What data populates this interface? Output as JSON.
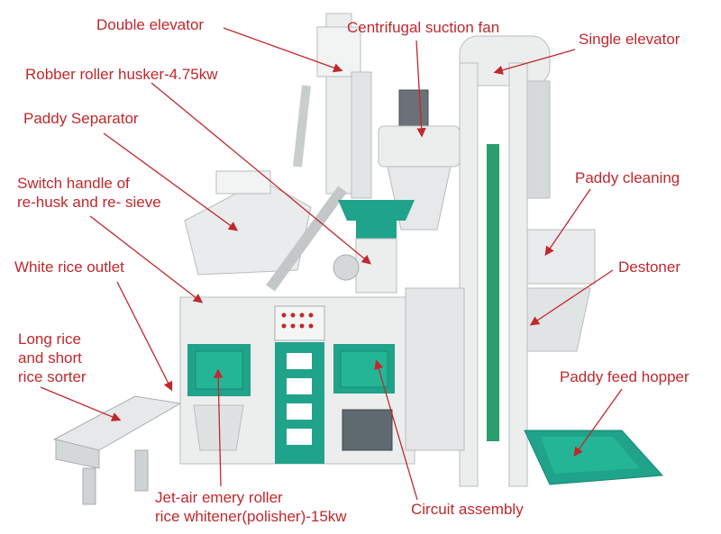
{
  "labels": {
    "double_elevator": "Double elevator",
    "centrifugal_fan": "Centrifugal suction fan",
    "single_elevator": "Single elevator",
    "husker": "Robber roller husker-4.75kw",
    "paddy_separator": "Paddy Separator",
    "switch_handle_1": "Switch handle of",
    "switch_handle_2": "re-husk and re- sieve",
    "paddy_cleaning": "Paddy cleaning",
    "white_rice_outlet": "White rice outlet",
    "destoner": "Destoner",
    "sorter_1": "Long rice",
    "sorter_2": "and short",
    "sorter_3": "rice sorter",
    "feed_hopper": "Paddy feed hopper",
    "whitener_1": "Jet-air emery roller",
    "whitener_2": "rice whitener(polisher)-15kw",
    "circuit": "Circuit assembly"
  },
  "colors": {
    "label": "#c0282d",
    "machine_body": "#eceeee",
    "teal": "#1fa38a",
    "shadow": "#b8bdbe"
  }
}
